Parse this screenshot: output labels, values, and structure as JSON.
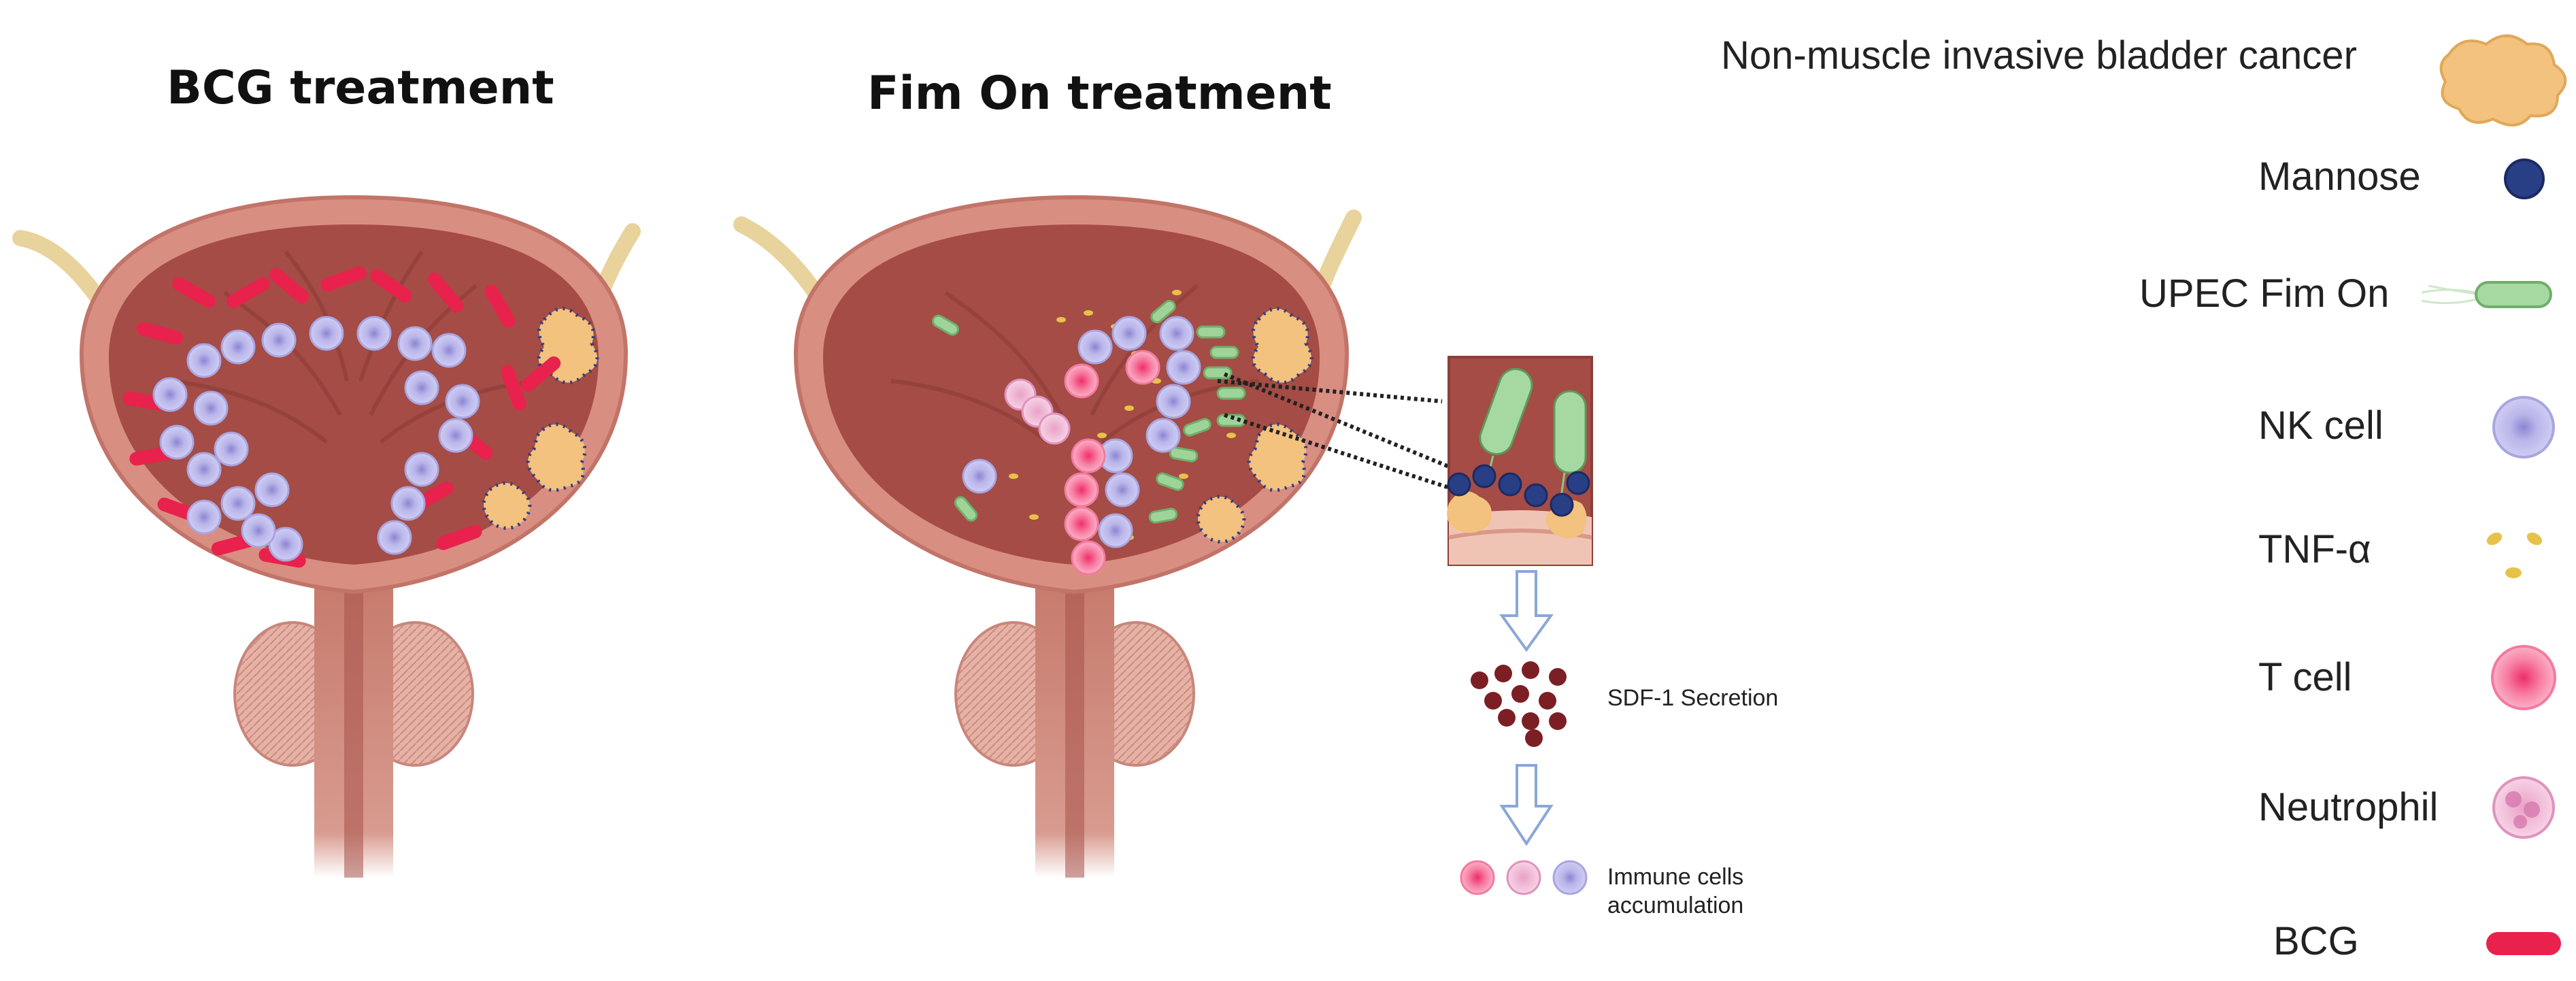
{
  "panels": {
    "bcg": {
      "title": "BCG treatment"
    },
    "fim": {
      "title": "Fim On treatment"
    }
  },
  "flow": {
    "step1": "SDF-1 Secretion",
    "step2_line1": "Immune cells",
    "step2_line2": "accumulation"
  },
  "legend": {
    "items": [
      {
        "label": "Non-muscle invasive bladder cancer",
        "icon": "tumor-icon",
        "color": "#f2c27e"
      },
      {
        "label": "Mannose",
        "icon": "mannose-icon",
        "color": "#283f86"
      },
      {
        "label": "UPEC Fim On",
        "icon": "bacterium-icon",
        "color": "#9ed49a"
      },
      {
        "label": "NK cell",
        "icon": "nk-cell-icon",
        "color": "#b6b3e6"
      },
      {
        "label": "TNF-α",
        "icon": "tnf-icon",
        "color": "#e7c24a"
      },
      {
        "label": "T cell",
        "icon": "t-cell-icon",
        "color": "#f06e96"
      },
      {
        "label": "Neutrophil",
        "icon": "neutrophil-icon",
        "color": "#f1b9d6"
      },
      {
        "label": "BCG",
        "icon": "bcg-icon",
        "color": "#e8224c"
      }
    ]
  },
  "colors": {
    "bladder_wall": "#d98e82",
    "bladder_inner": "#a44c45",
    "urethra": "#cc7d6f",
    "prostate": "#e8b0a4",
    "ureter": "#e9d39c"
  }
}
